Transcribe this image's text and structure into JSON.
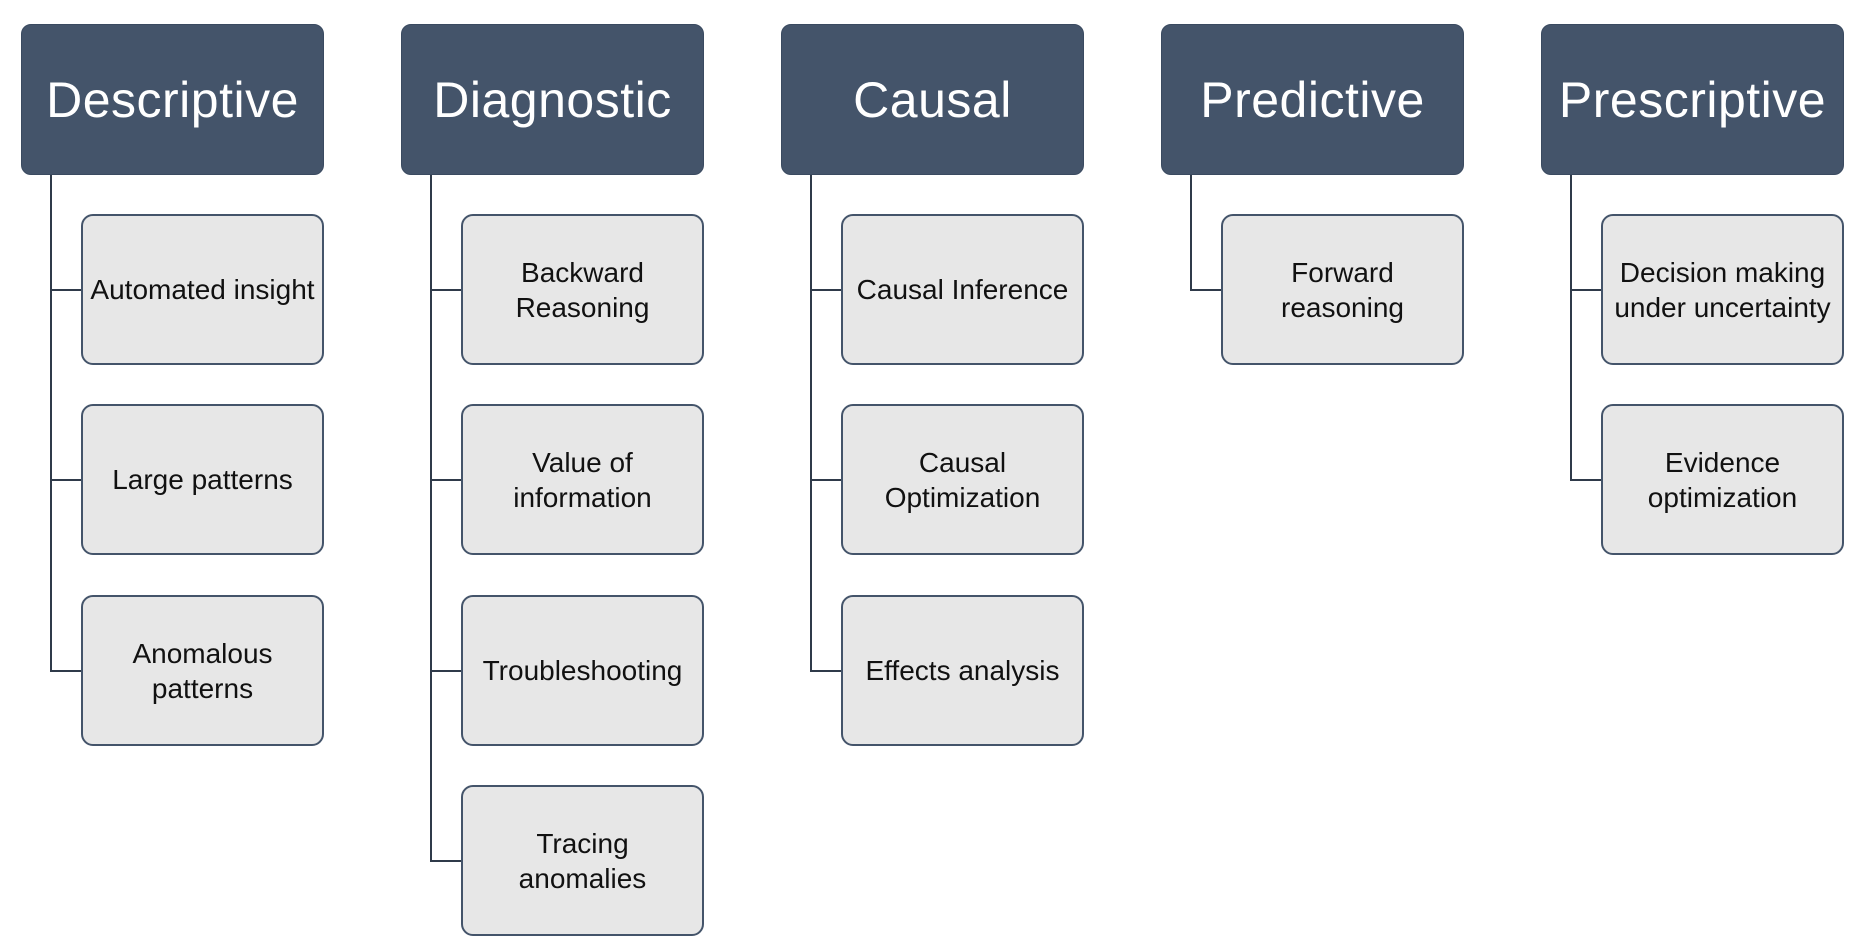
{
  "columns": [
    {
      "title": "Descriptive",
      "items": [
        "Automated insight",
        "Large patterns",
        "Anomalous patterns"
      ]
    },
    {
      "title": "Diagnostic",
      "items": [
        "Backward Reasoning",
        "Value of information",
        "Troubleshooting",
        "Tracing anomalies"
      ]
    },
    {
      "title": "Causal",
      "items": [
        "Causal Inference",
        "Causal Optimization",
        "Effects analysis"
      ]
    },
    {
      "title": "Predictive",
      "items": [
        "Forward reasoning"
      ]
    },
    {
      "title": "Prescriptive",
      "items": [
        "Decision making under uncertainty",
        "Evidence optimization"
      ]
    }
  ],
  "colors": {
    "header_fill": "#44546a",
    "header_text": "#ffffff",
    "item_fill": "#e7e7e7",
    "item_border": "#44546a",
    "connector": "#2f3a4a"
  }
}
